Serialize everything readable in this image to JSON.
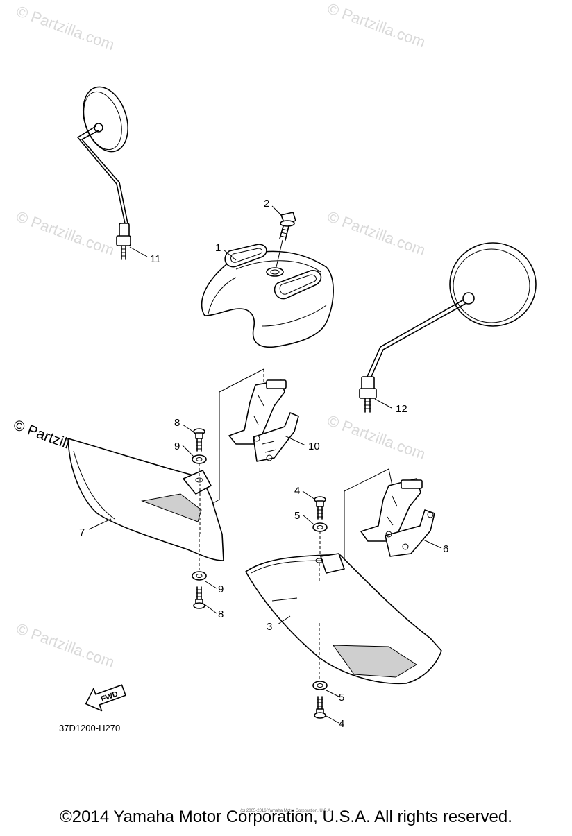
{
  "watermark": {
    "text": "© Partzilla.com",
    "primary_text": "© Partzilla.com"
  },
  "callouts": {
    "c1": "1",
    "c2": "2",
    "c3": "3",
    "c4a": "4",
    "c4b": "4",
    "c5a": "5",
    "c5b": "5",
    "c6": "6",
    "c7": "7",
    "c8a": "8",
    "c8b": "8",
    "c9a": "9",
    "c9b": "9",
    "c10": "10",
    "c11": "11",
    "c12": "12"
  },
  "fwd_label": "FWD",
  "diagram_code": "37D1200-H270",
  "tiny_notice": "(c) 2005-2016 Yamaha Motor Corporation, U.S.A.",
  "copyright": "©2014 Yamaha Motor Corporation, U.S.A. All rights reserved."
}
